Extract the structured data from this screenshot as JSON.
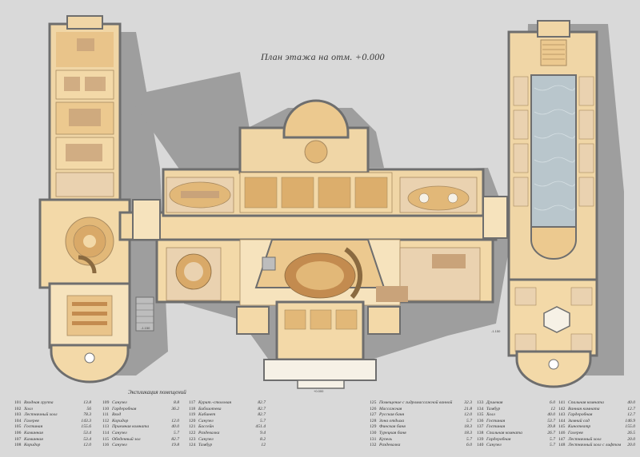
{
  "plan_title": "План этажа на отм. +0.000",
  "explication_title": "Экспликация помещений",
  "colors": {
    "background": "#d9d9d9",
    "shadow": "#9a9a9a",
    "wall": "#6e6e6e",
    "floor": "#f3d9a8",
    "floor_dark": "#e2b878",
    "marble": "#ead2b0",
    "pool": "#b9c6cc",
    "terrace": "#f6f1e6",
    "rug": "#c9a37a"
  },
  "legend": {
    "columns": [
      [
        {
          "num": "101",
          "name": "Входная группа",
          "area": "13.8"
        },
        {
          "num": "102",
          "name": "Холл",
          "area": "56"
        },
        {
          "num": "103",
          "name": "Лестничный холл",
          "area": "78.3"
        },
        {
          "num": "104",
          "name": "Галерея",
          "area": "143.3"
        },
        {
          "num": "105",
          "name": "Гостиная",
          "area": "155.6"
        },
        {
          "num": "106",
          "name": "Каминная",
          "area": "53.4"
        },
        {
          "num": "107",
          "name": "Каминная",
          "area": "53.4"
        },
        {
          "num": "108",
          "name": "Коридор",
          "area": "12.0"
        }
      ],
      [
        {
          "num": "109",
          "name": "Санузел",
          "area": "8.8"
        },
        {
          "num": "110",
          "name": "Гардеробная",
          "area": "36.2"
        },
        {
          "num": "111",
          "name": "Вход",
          "area": ""
        },
        {
          "num": "112",
          "name": "Коридор",
          "area": "12.0"
        },
        {
          "num": "113",
          "name": "Приемная комната",
          "area": "40.0"
        },
        {
          "num": "114",
          "name": "Санузел",
          "area": "5.7"
        },
        {
          "num": "115",
          "name": "Обеденный зал",
          "area": "82.7"
        },
        {
          "num": "116",
          "name": "Санузел",
          "area": "19.8"
        }
      ],
      [
        {
          "num": "117",
          "name": "Курит.-столовая",
          "area": "82.7"
        },
        {
          "num": "118",
          "name": "Библиотека",
          "area": "82.7"
        },
        {
          "num": "119",
          "name": "Кабинет",
          "area": "82.7"
        },
        {
          "num": "120",
          "name": "Санузел",
          "area": "5.7"
        },
        {
          "num": "121",
          "name": "Бассейн",
          "area": "451.4"
        },
        {
          "num": "122",
          "name": "Раздевалка",
          "area": "9.4"
        },
        {
          "num": "123",
          "name": "Санузел",
          "area": "8.2"
        },
        {
          "num": "124",
          "name": "Тамбур",
          "area": "12"
        }
      ],
      [
        {
          "num": "125",
          "name": "Помещение с гидромассажной ванной",
          "area": "32.3"
        },
        {
          "num": "126",
          "name": "Массажная",
          "area": "21.8"
        },
        {
          "num": "127",
          "name": "Русская баня",
          "area": "12.0"
        },
        {
          "num": "128",
          "name": "Зона отдыха",
          "area": "5.7"
        },
        {
          "num": "129",
          "name": "Финская баня",
          "area": "18.3"
        },
        {
          "num": "130",
          "name": "Турецкая баня",
          "area": "18.3"
        },
        {
          "num": "131",
          "name": "Купель",
          "area": "5.7"
        },
        {
          "num": "132",
          "name": "Раздевалка",
          "area": "6.0"
        }
      ],
      [
        {
          "num": "133",
          "name": "Душевая",
          "area": "6.0"
        },
        {
          "num": "134",
          "name": "Тамбур",
          "area": "12"
        },
        {
          "num": "135",
          "name": "Холл",
          "area": "40.0"
        },
        {
          "num": "136",
          "name": "Гостиная",
          "area": "53.7"
        },
        {
          "num": "137",
          "name": "Гостиная",
          "area": "39.8"
        },
        {
          "num": "138",
          "name": "Спальная комната",
          "area": "26.7"
        },
        {
          "num": "139",
          "name": "Гардеробная",
          "area": "5.7"
        },
        {
          "num": "140",
          "name": "Санузел",
          "area": "5.7"
        }
      ],
      [
        {
          "num": "141",
          "name": "Спальная комната",
          "area": "40.0"
        },
        {
          "num": "142",
          "name": "Ванная комната",
          "area": "12.7"
        },
        {
          "num": "143",
          "name": "Гардеробная",
          "area": "12.7"
        },
        {
          "num": "144",
          "name": "Зимний сад",
          "area": "146.9"
        },
        {
          "num": "145",
          "name": "Кинотеатр",
          "area": "155.0"
        },
        {
          "num": "146",
          "name": "Галерея",
          "area": "26.5"
        },
        {
          "num": "147",
          "name": "Лестничный холл",
          "area": "20.0"
        },
        {
          "num": "148",
          "name": "Лестничный холл с лифтом",
          "area": "20.0"
        }
      ]
    ]
  },
  "tags": [
    "-1.150",
    "+0.000",
    "-1.150"
  ]
}
